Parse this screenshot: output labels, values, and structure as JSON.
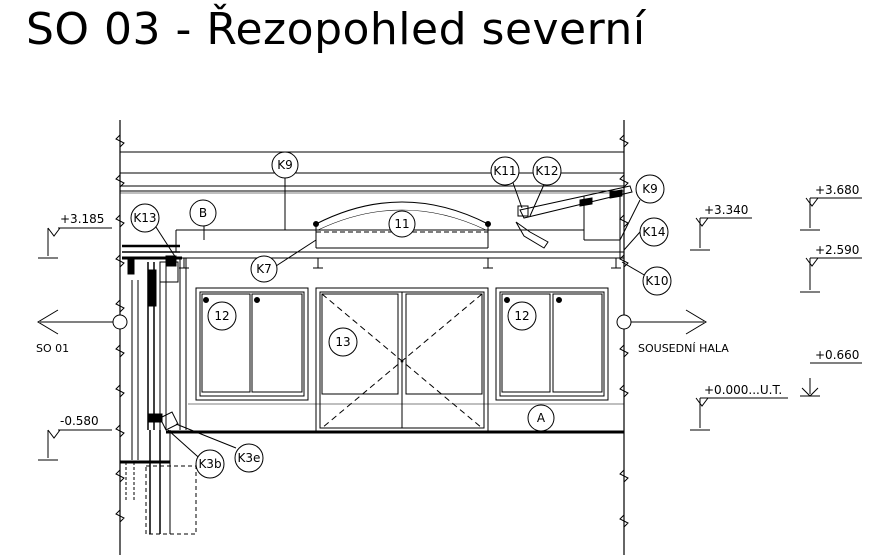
{
  "title": "SO 03 - Řezopohled severní",
  "tags": {
    "k9_top": "K9",
    "k11": "K11",
    "k12": "K12",
    "k9_right": "K9",
    "k13": "K13",
    "b": "B",
    "n11": "11",
    "k7": "K7",
    "k14": "K14",
    "k10": "K10",
    "n12_left": "12",
    "n12_right": "12",
    "n13": "13",
    "a": "A",
    "k3b": "K3b",
    "k3e": "K3e"
  },
  "levels": {
    "l_3185": "+3.185",
    "l_0580": "-0.580",
    "l_3340": "+3.340",
    "l_3680": "+3.680",
    "l_2590": "+2.590",
    "l_0660": "+0.660",
    "l_0000": "+0.000...U.T."
  },
  "sides": {
    "left": "SO 01",
    "right": "SOUSEDNÍ HALA"
  },
  "colors": {
    "line": "#000000",
    "background": "#ffffff"
  }
}
